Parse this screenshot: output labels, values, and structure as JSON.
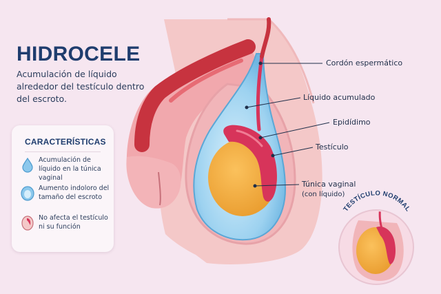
{
  "title": "HIDROCELE",
  "subtitle": "Acumulación de líquido alrededor del testículo dentro del escroto.",
  "features": {
    "heading": "CARACTERÍSTICAS",
    "items": [
      {
        "icon": "droplet-icon",
        "text": "Acumulación de líquido en la túnica vaginal"
      },
      {
        "icon": "swelling-icon",
        "text": "Aumento indoloro del tamaño del escroto"
      },
      {
        "icon": "testicle-icon",
        "text": "No afecta el testículo ni su función"
      }
    ]
  },
  "labels": {
    "spermatic_cord": "Cordón espermático",
    "fluid": "Líquido acumulado",
    "epididymis": "Epidídimo",
    "testicle": "Testículo",
    "tunica": "Túnica vaginal",
    "tunica_note": "(con líquido)"
  },
  "inset": {
    "label": "TESTÍCULO NORMAL"
  },
  "colors": {
    "background": "#f6e6f0",
    "title": "#1f3d6e",
    "skin": "#f4c8c8",
    "penis": "#d84a5c",
    "fluid": "#8cc8ec",
    "testicle": "#f2a93a",
    "epididymis": "#d7345a"
  }
}
